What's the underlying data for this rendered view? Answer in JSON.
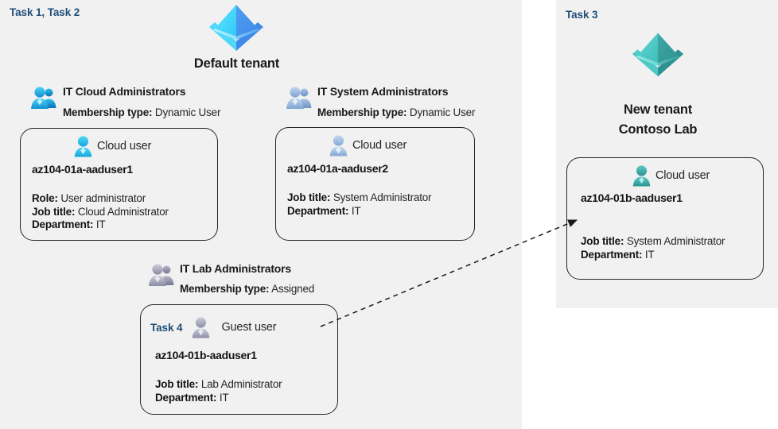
{
  "panels": {
    "left": {
      "task_label": "Task 1, Task 2"
    },
    "right": {
      "task_label": "Task 3"
    }
  },
  "tenants": [
    {
      "name": "Default tenant",
      "icon": "azure-ad-tenant-icon",
      "color": "#34c6f4"
    },
    {
      "name_line1": "New  tenant",
      "name_line2": "Contoso Lab",
      "icon": "azure-ad-tenant-icon",
      "color": "#3fb6b6"
    }
  ],
  "groups": [
    {
      "title": "IT Cloud Administrators",
      "membership_label": "Membership type:",
      "membership_value": "Dynamic User",
      "icon": "group-users-icon",
      "color": "#19b5e8"
    },
    {
      "title": "IT System Administrators",
      "membership_label": "Membership type:",
      "membership_value": "Dynamic User",
      "icon": "group-users-icon",
      "color": "#9ab7dd"
    },
    {
      "title": "IT Lab Administrators",
      "membership_label": "Membership type:",
      "membership_value": "Assigned",
      "icon": "group-users-icon",
      "color": "#9b9bb0"
    }
  ],
  "users": [
    {
      "kind_caption": "Cloud user",
      "icon": "cloud-user-icon",
      "color": "#29c0f0",
      "name": "az104-01a-aaduser1",
      "attrs": [
        {
          "label": "Role:",
          "value": "User administrator"
        },
        {
          "label": "Job title:",
          "value": "Cloud Administrator"
        },
        {
          "label": "Department:",
          "value": "IT"
        }
      ]
    },
    {
      "kind_caption": "Cloud user",
      "icon": "cloud-user-icon",
      "color": "#a4bedd",
      "name": "az104-01a-aaduser2",
      "attrs": [
        {
          "label": "Job title:",
          "value": "System Administrator"
        },
        {
          "label": "Department:",
          "value": "IT"
        }
      ]
    },
    {
      "task_tag": "Task 4",
      "kind_caption": "Guest user",
      "icon": "guest-user-icon",
      "color": "#a6a6b8",
      "name": "az104-01b-aaduser1",
      "attrs": [
        {
          "label": "Job title:",
          "value": "Lab Administrator"
        },
        {
          "label": "Department:",
          "value": "IT"
        }
      ]
    },
    {
      "kind_caption": "Cloud user",
      "icon": "cloud-user-icon",
      "color": "#3bb0ae",
      "name": "az104-01b-aaduser1",
      "attrs": [
        {
          "label": "Job title:",
          "value": "System Administrator"
        },
        {
          "label": "Department:",
          "value": "IT"
        }
      ]
    }
  ],
  "connector": {
    "name": "guest-to-new-tenant-arrow",
    "style": "dashed",
    "from": "az104-01b-aaduser1 (guest user in IT Lab Administrators)",
    "to": "az104-01b-aaduser1 (cloud user in Contoso Lab tenant)"
  },
  "colors": {
    "panel_bg": "#f1f1f1",
    "page_bg": "#ffffff",
    "task_blue": "#1F4E79",
    "box_border": "#262626",
    "text": "#1a1a1a"
  }
}
